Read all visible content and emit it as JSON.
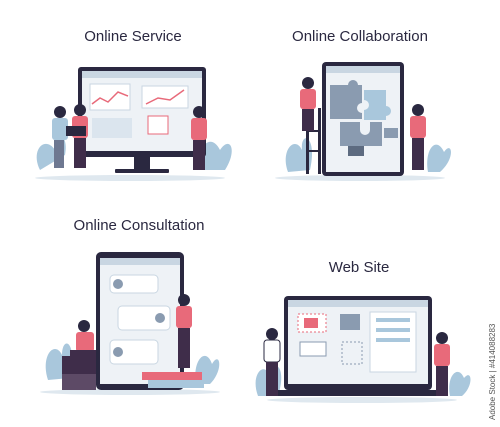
{
  "panels": [
    {
      "title": "Online Service"
    },
    {
      "title": "Online Collaboration"
    },
    {
      "title": "Online Consultation"
    },
    {
      "title": "Web Site"
    }
  ],
  "stock_id": "Adobe Stock | #414088283",
  "colors": {
    "ink": "#2a2840",
    "accent": "#e86a7a",
    "plant": "#a9c7dc",
    "screen": "#eef2f6",
    "skin": "#f2c1a7",
    "pants": "#3f2d4a"
  }
}
